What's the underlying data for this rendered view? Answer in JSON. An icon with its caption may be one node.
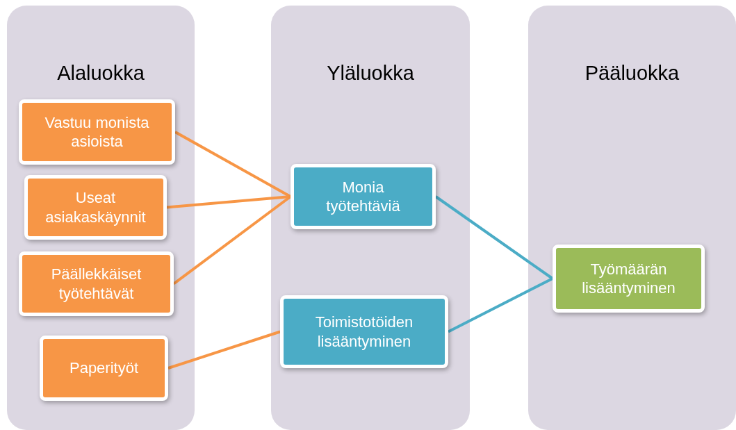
{
  "diagram": {
    "nodes": [
      {
        "text": [
          "Alaluokka"
        ]
      },
      {
        "text": [
          "Vastuu monista asioista"
        ],
        "in": 0
      },
      {
        "text": [
          "Useat asiakaskäynnit"
        ],
        "in": 0
      },
      {
        "text": [
          "Päällekkäiset työtehtävät"
        ],
        "in": 0
      },
      {
        "text": [
          "Paperityöt"
        ],
        "in": 0
      },
      {
        "text": [
          "Yläluokka"
        ]
      },
      {
        "text": [
          "Monia työtehtäviä"
        ],
        "in": 5
      },
      {
        "text": [
          "Toimistotöiden lisääntyminen"
        ],
        "in": 5
      },
      {
        "text": [
          "Pääluokka"
        ]
      },
      {
        "text": [
          "Työmäärän lisääntyminen"
        ],
        "in": 8
      }
    ],
    "edges": [
      {
        "from": 1,
        "to": 6,
        "arrow": "none"
      },
      {
        "from": 2,
        "to": 6,
        "arrow": "none"
      },
      {
        "from": 3,
        "to": 6,
        "arrow": "none"
      },
      {
        "from": 4,
        "to": 7,
        "arrow": "none"
      },
      {
        "from": 6,
        "to": 9,
        "arrow": "none",
        "color": "#4bacc6"
      },
      {
        "from": 7,
        "to": 9,
        "arrow": "none",
        "color": "#4bacc6"
      }
    ]
  }
}
